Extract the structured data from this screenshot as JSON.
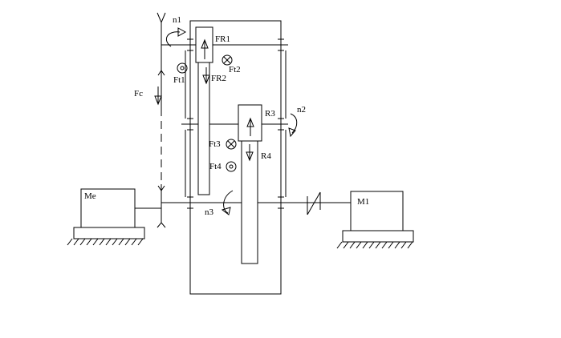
{
  "labels": {
    "n1": "n1",
    "n2": "n2",
    "n3": "n3",
    "fr1": "FR1",
    "fr2": "FR2",
    "r3": "R3",
    "r4": "R4",
    "ft1": "Ft1",
    "ft2": "Ft2",
    "ft3": "Ft3",
    "ft4": "Ft4",
    "fc": "Fc",
    "me": "Me",
    "m1": "M1"
  }
}
